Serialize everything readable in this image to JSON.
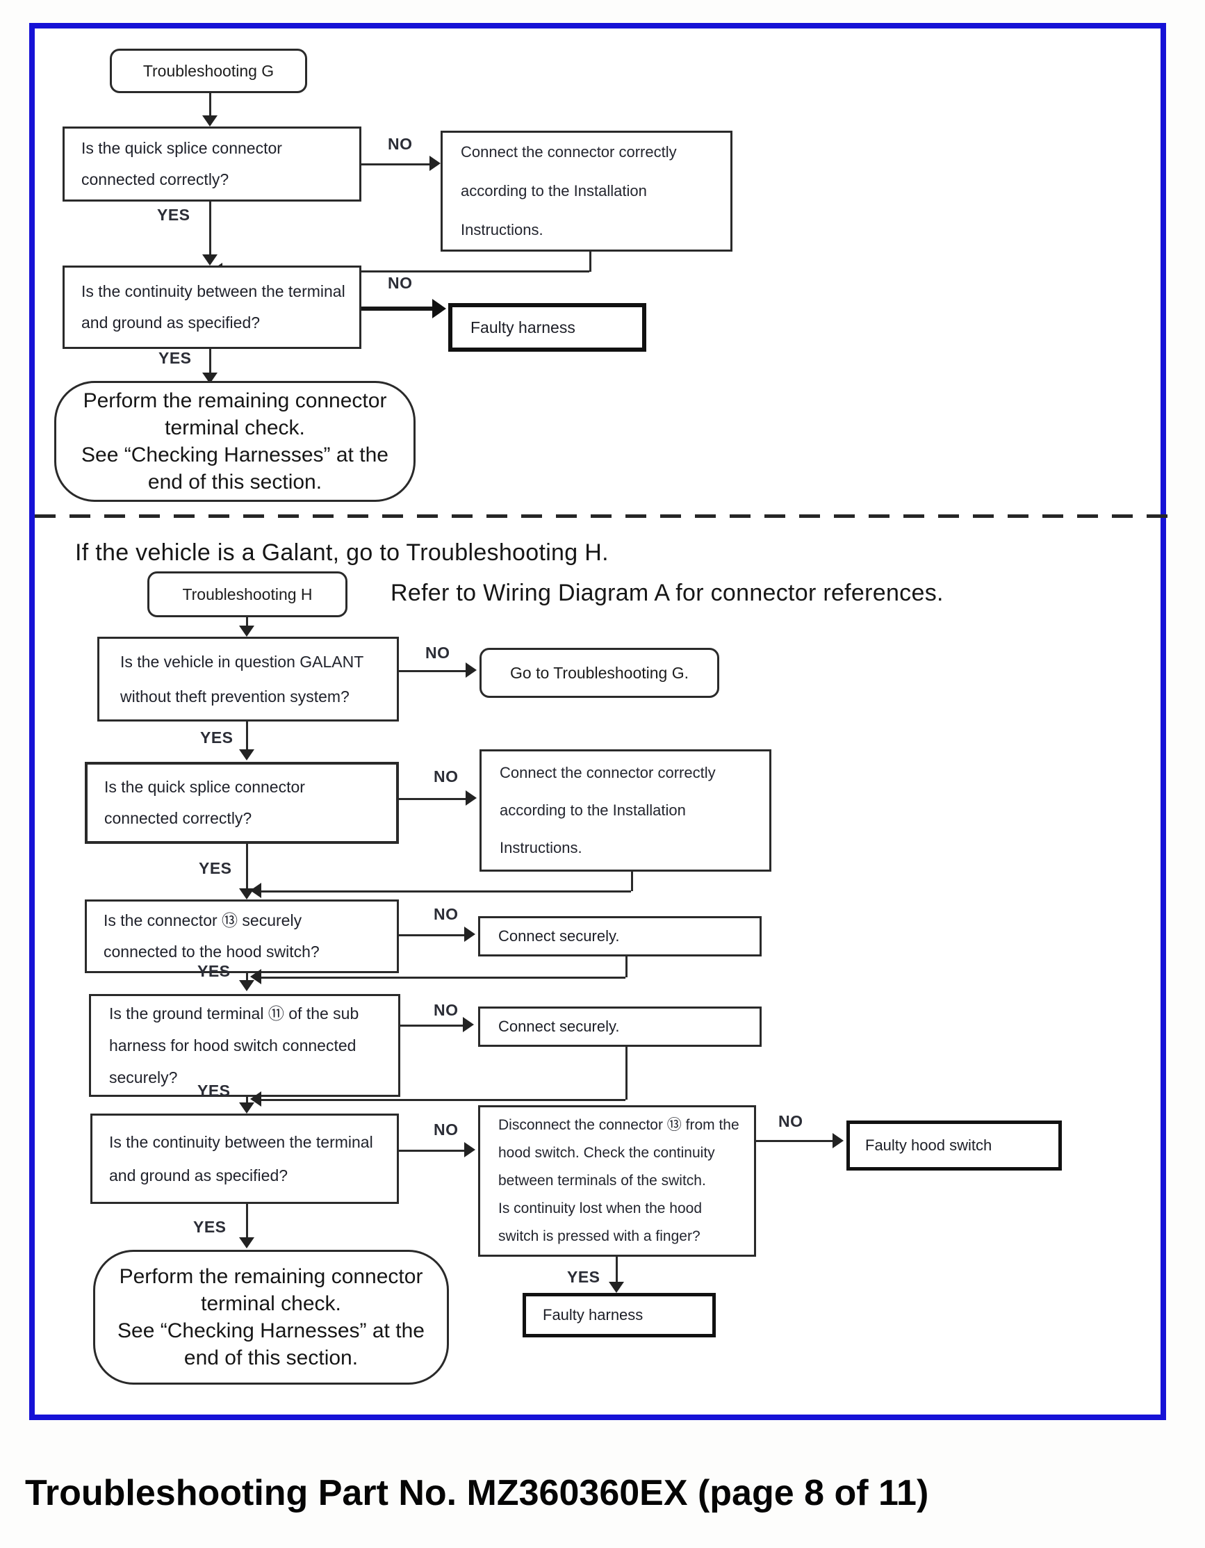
{
  "labels": {
    "yes": "YES",
    "no": "NO"
  },
  "caption": "Troubleshooting Part No. MZ360360EX (page 8 of 11)",
  "section_g": {
    "start": "Troubleshooting G",
    "q1": {
      "l1": "Is the quick splice connector",
      "l2": "connected correctly?"
    },
    "a1": {
      "l1": "Connect the connector correctly",
      "l2": "according to the Installation",
      "l3": "Instructions."
    },
    "q2": {
      "l1": "Is the continuity between the terminal",
      "l2": "and ground as specified?"
    },
    "faulty_harness": "Faulty harness",
    "end": {
      "l1": "Perform the remaining connector",
      "l2": "terminal check.",
      "l3": "See “Checking Harnesses” at the",
      "l4": "end of this section."
    }
  },
  "divider_note": "If the vehicle is a Galant, go to Troubleshooting H.",
  "section_h": {
    "start": "Troubleshooting H",
    "refer_note": "Refer to Wiring Diagram A for connector references.",
    "q1": {
      "l1": "Is the vehicle in question GALANT",
      "l2": "without theft prevention system?"
    },
    "a1": "Go to Troubleshooting G.",
    "q2": {
      "l1": "Is the quick splice connector",
      "l2": "connected correctly?"
    },
    "a2": {
      "l1": "Connect the connector correctly",
      "l2": "according to the Installation",
      "l3": "Instructions."
    },
    "q3": {
      "l1": "Is the connector ⑬ securely",
      "l2": "connected to the hood switch?"
    },
    "a3": "Connect securely.",
    "q4": {
      "l1": "Is the ground terminal ⑪ of the sub",
      "l2": "harness for hood switch connected",
      "l3": "securely?"
    },
    "a4": "Connect securely.",
    "q5": {
      "l1": "Is the continuity between the terminal",
      "l2": "and ground as specified?"
    },
    "a5": {
      "l1": "Disconnect the connector ⑬ from the",
      "l2": "hood switch. Check the continuity",
      "l3": "between terminals of the switch.",
      "l4": "Is continuity lost when the hood",
      "l5": "switch is pressed with a finger?"
    },
    "faulty_hood_switch": "Faulty hood switch",
    "faulty_harness": "Faulty harness",
    "end": {
      "l1": "Perform the remaining connector",
      "l2": "terminal check.",
      "l3": "See “Checking Harnesses” at the",
      "l4": "end of this section."
    }
  }
}
